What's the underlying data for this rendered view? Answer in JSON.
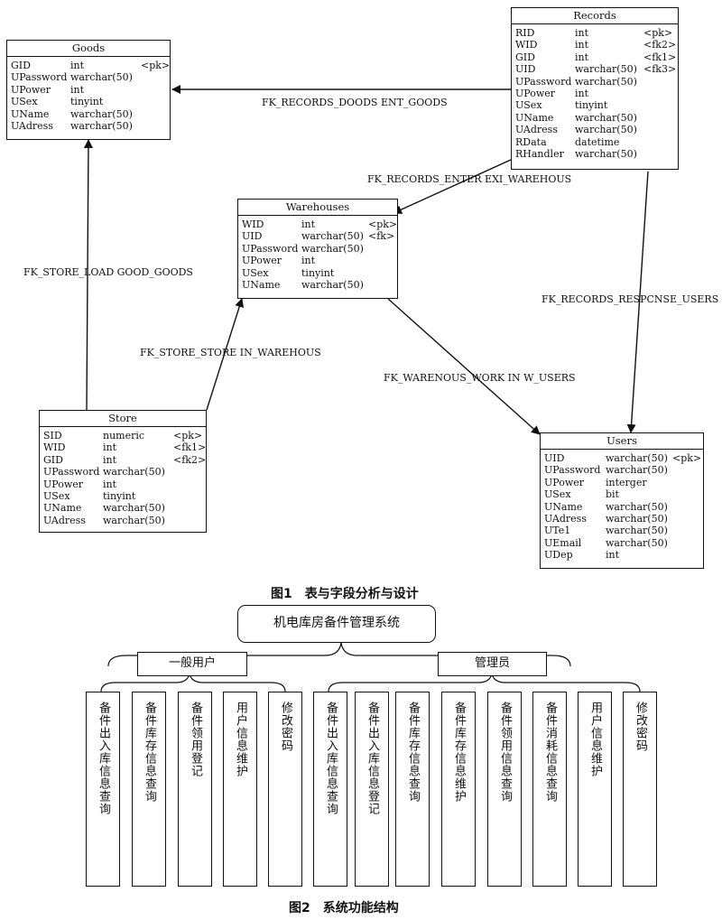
{
  "figure1": {
    "caption": "图1　表与字段分析与设计",
    "tables": [
      {
        "id": "goods",
        "title": "Goods",
        "rows": [
          [
            "GID",
            "int",
            "<pk>"
          ],
          [
            "UPassword",
            "warchar(50)",
            ""
          ],
          [
            "UPower",
            "int",
            ""
          ],
          [
            "USex",
            "tinyint",
            ""
          ],
          [
            "UName",
            "warchar(50)",
            ""
          ],
          [
            "UAdress",
            "warchar(50)",
            ""
          ]
        ]
      },
      {
        "id": "records",
        "title": "Records",
        "rows": [
          [
            "RID",
            "int",
            "<pk>"
          ],
          [
            "WID",
            "int",
            "<fk2>"
          ],
          [
            "GID",
            "int",
            "<fk1>"
          ],
          [
            "UID",
            "warchar(50)",
            "<fk3>"
          ],
          [
            "UPassword",
            "warchar(50)",
            ""
          ],
          [
            "UPower",
            "int",
            ""
          ],
          [
            "USex",
            "tinyint",
            ""
          ],
          [
            "UName",
            "warchar(50)",
            ""
          ],
          [
            "UAdress",
            "warchar(50)",
            ""
          ],
          [
            "RData",
            "datetime",
            ""
          ],
          [
            "RHandler",
            "warchar(50)",
            ""
          ]
        ]
      },
      {
        "id": "warehouses",
        "title": "Warehouses",
        "rows": [
          [
            "WID",
            "int",
            "<pk>"
          ],
          [
            "UID",
            "warchar(50)",
            "<fk>"
          ],
          [
            "UPassword",
            "warchar(50)",
            ""
          ],
          [
            "UPower",
            "int",
            ""
          ],
          [
            "USex",
            "tinyint",
            ""
          ],
          [
            "UName",
            "warchar(50)",
            ""
          ]
        ]
      },
      {
        "id": "store",
        "title": "Store",
        "rows": [
          [
            "SID",
            "numeric",
            "<pk>"
          ],
          [
            "WID",
            "int",
            "<fk1>"
          ],
          [
            "GID",
            "int",
            "<fk2>"
          ],
          [
            "UPassword",
            "warchar(50)",
            ""
          ],
          [
            "UPower",
            "int",
            ""
          ],
          [
            "USex",
            "tinyint",
            ""
          ],
          [
            "UName",
            "warchar(50)",
            ""
          ],
          [
            "UAdress",
            "warchar(50)",
            ""
          ]
        ]
      },
      {
        "id": "users",
        "title": "Users",
        "rows": [
          [
            "UID",
            "warchar(50)",
            "<pk>"
          ],
          [
            "UPassword",
            "warchar(50)",
            ""
          ],
          [
            "UPower",
            "interger",
            ""
          ],
          [
            "USex",
            "bit",
            ""
          ],
          [
            "UName",
            "warchar(50)",
            ""
          ],
          [
            "UAdress",
            "warchar(50)",
            ""
          ],
          [
            "UTe1",
            "warchar(50)",
            ""
          ],
          [
            "UEmail",
            "warchar(50)",
            ""
          ],
          [
            "UDep",
            "int",
            ""
          ]
        ]
      }
    ],
    "relations": [
      {
        "id": "rec-goods",
        "label": "FK_RECORDS_DOODS ENT_GOODS"
      },
      {
        "id": "rec-wh",
        "label": "FK_RECORDS_ENTER EXI_WAREHOUS"
      },
      {
        "id": "rec-users",
        "label": "FK_RECORDS_RESPCNSE_USERS"
      },
      {
        "id": "store-goods",
        "label": "FK_STORE_LOAD GOOD_GOODS"
      },
      {
        "id": "store-wh",
        "label": "FK_STORE_STORE IN_WAREHOUS"
      },
      {
        "id": "wh-users",
        "label": "FK_WARENOUS_WORK IN W_USERS"
      }
    ]
  },
  "figure2": {
    "caption": "图2　系统功能结构",
    "root": "机电库房备件管理系统",
    "roles": [
      {
        "label": "一般用户",
        "functions": [
          "备件出入库信息查询",
          "备件库存信息查询",
          "备件领用登记",
          "用户信息维护",
          "修改密码"
        ]
      },
      {
        "label": "管理员",
        "functions": [
          "备件出入库信息查询",
          "备件出入库信息登记",
          "备件库存信息查询",
          "备件库存信息维护",
          "备件领用信息查询",
          "备件消耗信息查询",
          "用户信息维护",
          "修改密码"
        ]
      }
    ]
  }
}
